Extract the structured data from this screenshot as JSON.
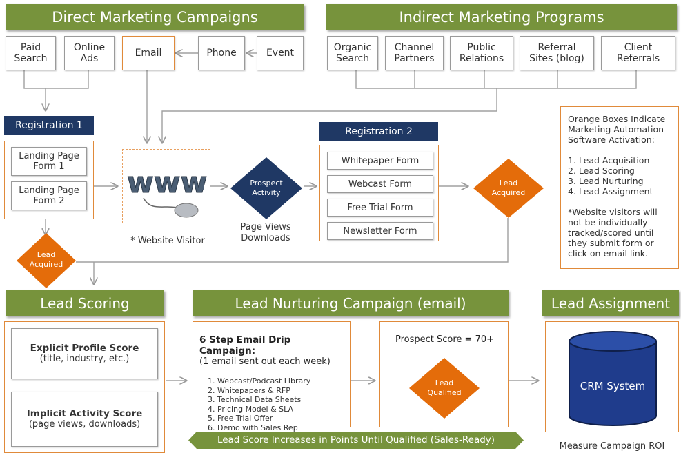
{
  "headers": {
    "direct": "Direct Marketing Campaigns",
    "indirect": "Indirect Marketing Programs",
    "lead_scoring": "Lead Scoring",
    "lead_nurturing": "Lead Nurturing Campaign (email)",
    "lead_assignment": "Lead Assignment"
  },
  "direct_boxes": {
    "paid_search": "Paid Search",
    "online_ads": "Online Ads",
    "email": "Email",
    "phone": "Phone",
    "event": "Event"
  },
  "indirect_boxes": {
    "organic": "Organic Search",
    "channel": "Channel Partners",
    "public_rel": "Public Relations",
    "referral": "Referral Sites (blog)",
    "client": "Client Referrals"
  },
  "registration1": {
    "title": "Registration 1",
    "form1": "Landing Page Form 1",
    "form2": "Landing Page Form 2"
  },
  "website": {
    "www": "www.",
    "caption": "* Website Visitor"
  },
  "prospect": {
    "diamond": "Prospect Activity",
    "caption_line1": "Page Views",
    "caption_line2": "Downloads"
  },
  "registration2": {
    "title": "Registration 2",
    "forms": [
      "Whitepaper Form",
      "Webcast Form",
      "Free Trial Form",
      "Newsletter Form"
    ]
  },
  "lead_acquired": "Lead Acquired",
  "notes": {
    "line1": "Orange Boxes Indicate",
    "line2": "Marketing Automation",
    "line3": "Software Activation:",
    "item1": "1. Lead Acquisition",
    "item2": "2. Lead Scoring",
    "item3": "3. Lead Nurturing",
    "item4": "4. Lead Assignment",
    "footnote1": "*Website visitors will",
    "footnote2": "not be individually",
    "footnote3": "tracked/scored until",
    "footnote4": "they submit form or",
    "footnote5": "click on email link."
  },
  "scoring": {
    "explicit_title": "Explicit Profile Score",
    "explicit_sub": "(title, industry, etc.)",
    "implicit_title": "Implicit Activity Score",
    "implicit_sub": "(page views, downloads)"
  },
  "nurturing": {
    "drip_title": "6 Step Email Drip Campaign:",
    "drip_sub": "(1 email sent out each week)",
    "steps": [
      "1. Webcast/Podcast Library",
      "2. Whitepapers & RFP",
      "3. Technical Data Sheets",
      "4. Pricing Model & SLA",
      "5. Free Trial Offer",
      "6. Demo with Sales Rep"
    ],
    "prospect_score": "Prospect Score = 70+",
    "lead_qualified": "Lead Qualified"
  },
  "crm": "CRM System",
  "measure": "Measure Campaign ROI",
  "banner": "Lead Score Increases in Points Until Qualified (Sales-Ready)",
  "colors": {
    "header_green": "#77933c",
    "navy": "#1f3864",
    "orange": "#e46c0a",
    "prospect_navy": "#1f3864",
    "crm_blue": "#1f3c8c"
  }
}
